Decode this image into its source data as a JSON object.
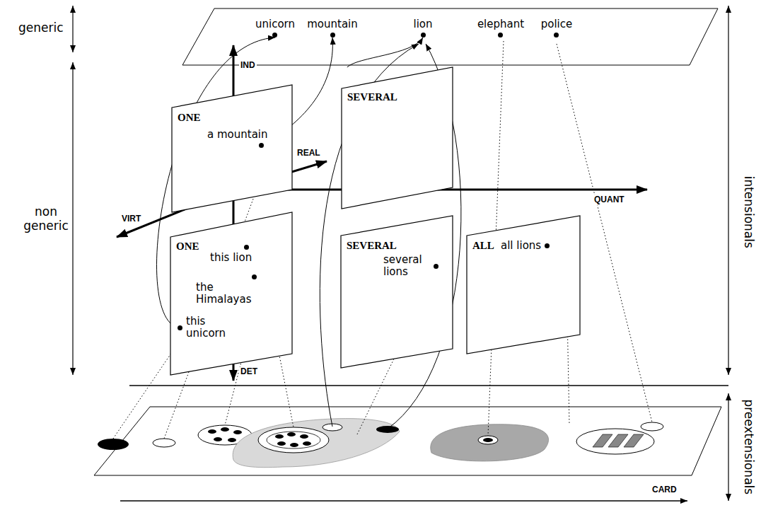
{
  "diagram": {
    "nodes": [
      {
        "text": [
          "unicorn"
        ]
      },
      {
        "text": [
          "mountain"
        ]
      },
      {
        "text": [
          "lion"
        ]
      },
      {
        "text": [
          "elephant"
        ]
      },
      {
        "text": [
          "police"
        ]
      },
      {
        "text": [
          "ONE"
        ]
      },
      {
        "text": [
          "a mountain"
        ],
        "in": 5
      },
      {
        "text": [
          "SEVERAL"
        ]
      },
      {
        "text": [
          "ONE"
        ]
      },
      {
        "text": [
          "this lion"
        ],
        "in": 8
      },
      {
        "text": [
          "the Himalayas"
        ],
        "in": 8
      },
      {
        "text": [
          "this unicorn"
        ],
        "in": 8
      },
      {
        "text": [
          "SEVERAL"
        ]
      },
      {
        "text": [
          "several lions"
        ],
        "in": 12
      },
      {
        "text": [
          "ALL"
        ]
      },
      {
        "text": [
          "all lions"
        ],
        "in": 14
      }
    ],
    "edges": [
      {
        "from": 11,
        "to": 0,
        "arrow": "to"
      },
      {
        "from": 6,
        "to": 1,
        "arrow": "to"
      },
      {
        "from": 7,
        "to": 2,
        "arrow": "to"
      }
    ],
    "labels": [
      "generic",
      "non generic",
      "intensionals",
      "preextensionals",
      "IND",
      "DET",
      "REAL",
      "VIRT",
      "QUANT",
      "CARD"
    ]
  }
}
